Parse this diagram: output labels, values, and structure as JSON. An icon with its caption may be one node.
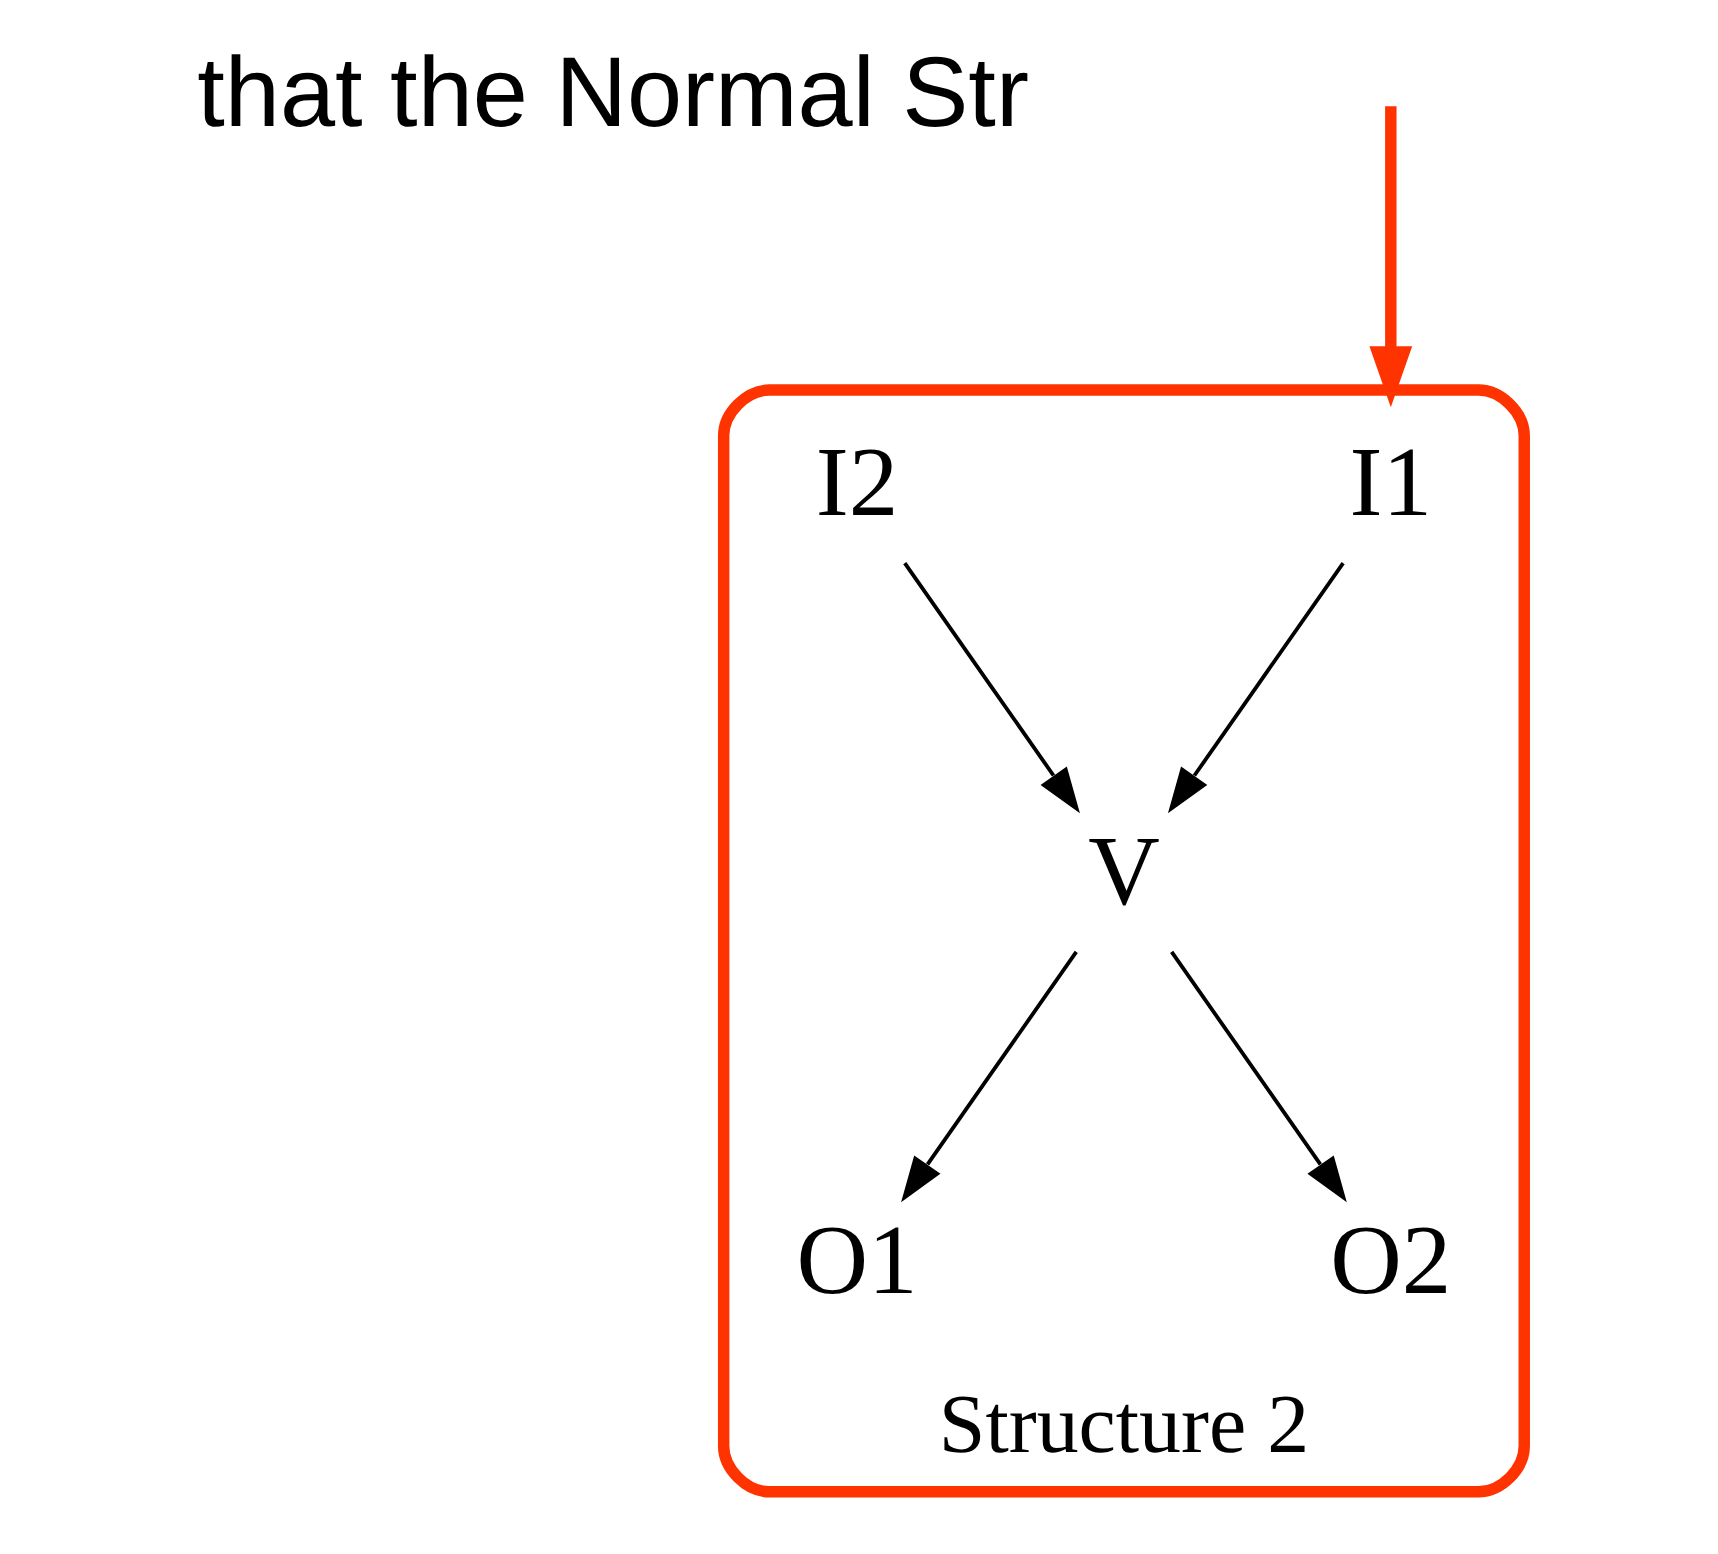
{
  "diagram": {
    "nodes": [
      {
        "text": [
          "Structure 2"
        ]
      },
      {
        "text": [
          "I1"
        ],
        "in": 0
      },
      {
        "text": [
          "I2"
        ],
        "in": 0
      },
      {
        "text": [
          "V"
        ],
        "in": 0
      },
      {
        "text": [
          "O1"
        ],
        "in": 0
      },
      {
        "text": [
          "O2"
        ],
        "in": 0
      }
    ],
    "edges": [
      {
        "from": 1,
        "to": 3,
        "arrow": "to"
      },
      {
        "from": 2,
        "to": 3,
        "arrow": "to"
      },
      {
        "from": 3,
        "to": 4,
        "arrow": "to"
      },
      {
        "from": 3,
        "to": 5,
        "arrow": "to"
      },
      {
        "from": null,
        "to": 0,
        "arrow": "to",
        "color": "#ff3300",
        "style": "thick"
      }
    ],
    "labels": [
      "that the Normal Str"
    ]
  }
}
